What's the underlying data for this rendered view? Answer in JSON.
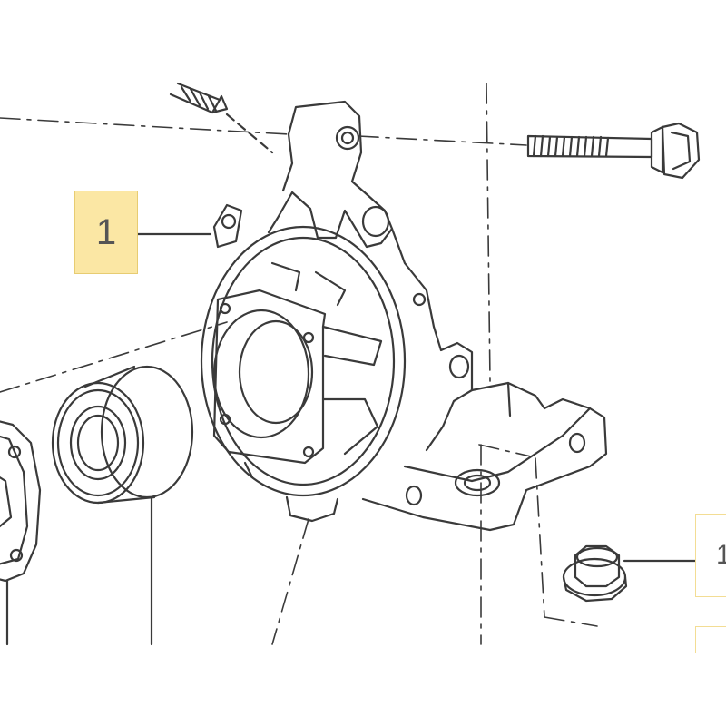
{
  "diagram": {
    "callouts": [
      {
        "id": "main",
        "label": "1"
      },
      {
        "id": "right-1",
        "label": "1"
      },
      {
        "id": "right-2",
        "label": ""
      }
    ]
  },
  "colors": {
    "line": "#3a3a3a",
    "highlight": "#fbe7a4",
    "highlight_border": "#e7cc72",
    "background": "#ffffff"
  }
}
